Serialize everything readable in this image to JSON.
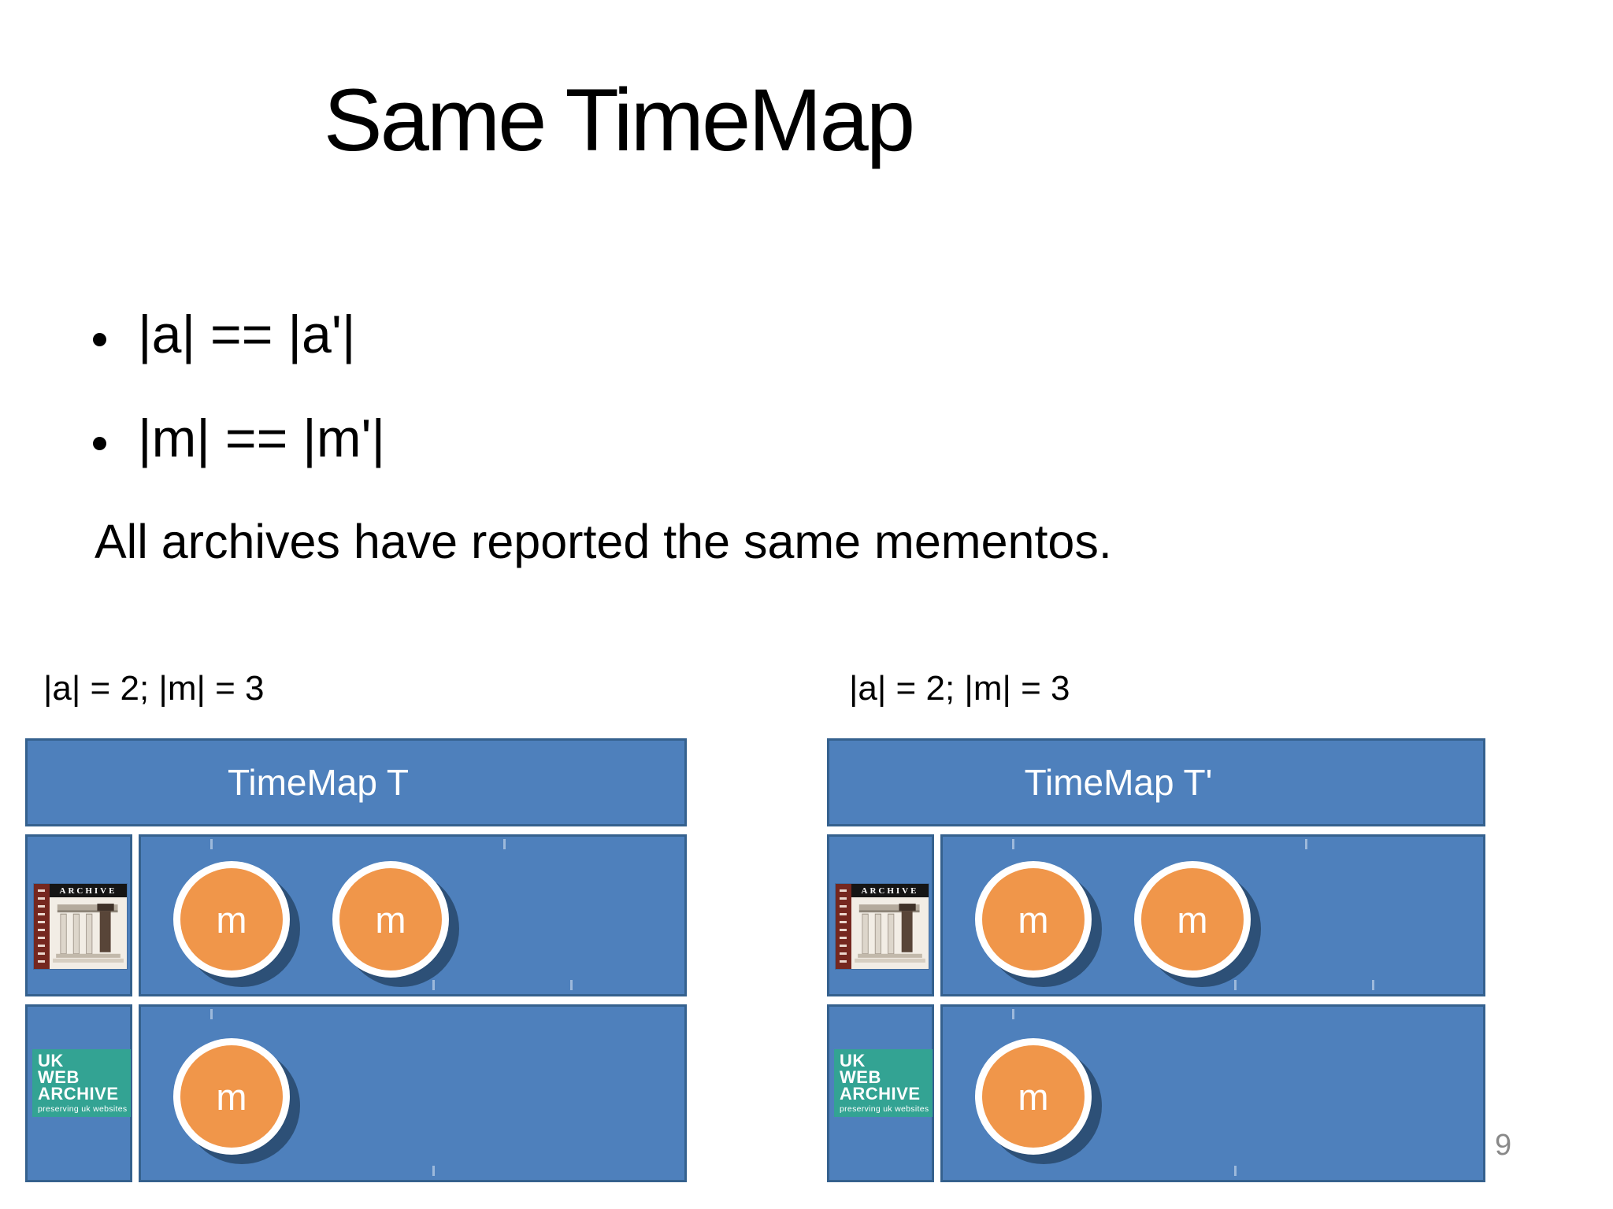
{
  "slide": {
    "title": "Same TimeMap",
    "bullets": [
      {
        "text": "|a| == |a'|"
      },
      {
        "text": "|m| == |m'|"
      }
    ],
    "statement": "All archives have reported the same mementos.",
    "page_number": "9"
  },
  "diagrams": {
    "left": {
      "label": "|a| = 2; |m| = 3",
      "header": "TimeMap T",
      "rows": [
        {
          "archive_logo": "internet-archive",
          "mementos": [
            "m",
            "m"
          ]
        },
        {
          "archive_logo": "uk-web-archive",
          "mementos": [
            "m"
          ]
        }
      ]
    },
    "right": {
      "label": "|a| = 2; |m| = 3",
      "header": "TimeMap T'",
      "rows": [
        {
          "archive_logo": "internet-archive",
          "mementos": [
            "m",
            "m"
          ]
        },
        {
          "archive_logo": "uk-web-archive",
          "mementos": [
            "m"
          ]
        }
      ]
    }
  },
  "logos": {
    "internet_archive": {
      "banner": "ARCHIVE"
    },
    "uk_web_archive": {
      "line1": "UK",
      "line2": "WEB",
      "line3": "ARCHIVE",
      "tagline": "preserving uk websites"
    }
  },
  "colors": {
    "table_blue": "#4e80bc",
    "table_border": "#35618e",
    "memento_orange": "#f0964a",
    "shadow_navy": "#2d5077",
    "uk_archive_teal": "#33a393",
    "ia_maroon": "#75271f",
    "page_number_gray": "#898989"
  }
}
